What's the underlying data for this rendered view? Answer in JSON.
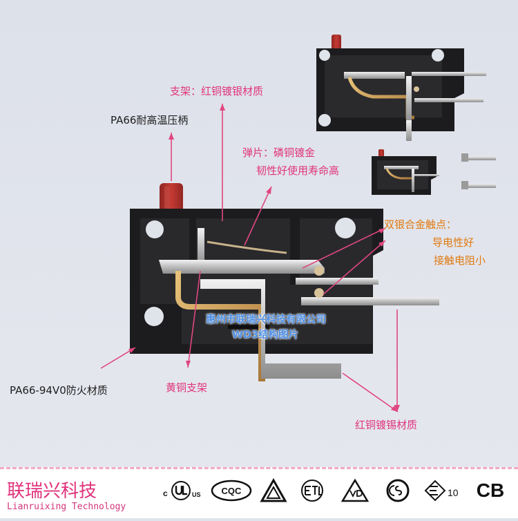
{
  "labels": {
    "bracket": "支架：红铜镀银材质",
    "handle": "PA66耐高温压柄",
    "spring_line1": "弹片：磷铜镀金",
    "spring_line2": "韧性好使用寿命高",
    "contacts_line1": "双银合金触点：",
    "contacts_line2": "导电性好",
    "contacts_line3": "接触电阻小",
    "housing": "PA66-94V0防火材质",
    "brass": "黄铜支架",
    "terminal": "红铜镀锡材质"
  },
  "watermark": {
    "company": "惠州市联瑞兴科技有限公司",
    "caption": "WD3结构图片"
  },
  "footer": {
    "brand": "联瑞兴科技",
    "brand_en": "Lianruixing Technology",
    "ul_c": "c",
    "ul_us": "US",
    "cqc": "CQC",
    "enec": "10",
    "cb": "CB"
  },
  "colors": {
    "background": "#dfe3ec",
    "annotation_pink": "#e0337c",
    "annotation_orange": "#e07a10",
    "watermark_blue": "#4d8fe6",
    "housing_black": "#1c1c1e",
    "handle_red": "#b2322d"
  }
}
